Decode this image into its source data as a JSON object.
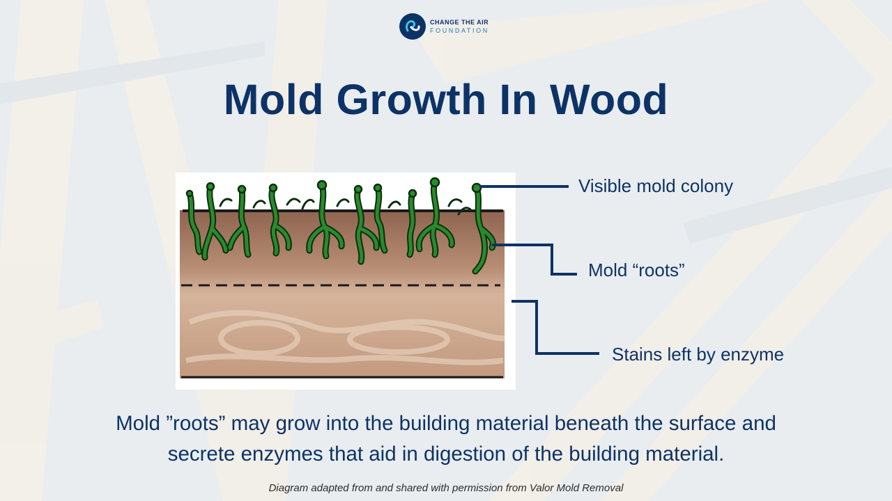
{
  "logo": {
    "line1": "CHANGE THE AIR",
    "line2": "FOUNDATION"
  },
  "title": "Mold Growth In Wood",
  "labels": {
    "colony": "Visible mold colony",
    "roots": "Mold “roots”",
    "stains": "Stains left by enzyme"
  },
  "description": {
    "line1": "Mold ”roots” may grow into the building material beneath the surface and",
    "line2": "secrete enzymes that aid in digestion of the building  material."
  },
  "credit": "Diagram adapted from and shared with permission from Valor Mold Removal",
  "colors": {
    "navy": "#0d3366",
    "teal": "#1f7ab8",
    "mold_green": "#1f7a25",
    "wood_dark": "#9a6e55",
    "wood_light": "#e3c6ad"
  }
}
